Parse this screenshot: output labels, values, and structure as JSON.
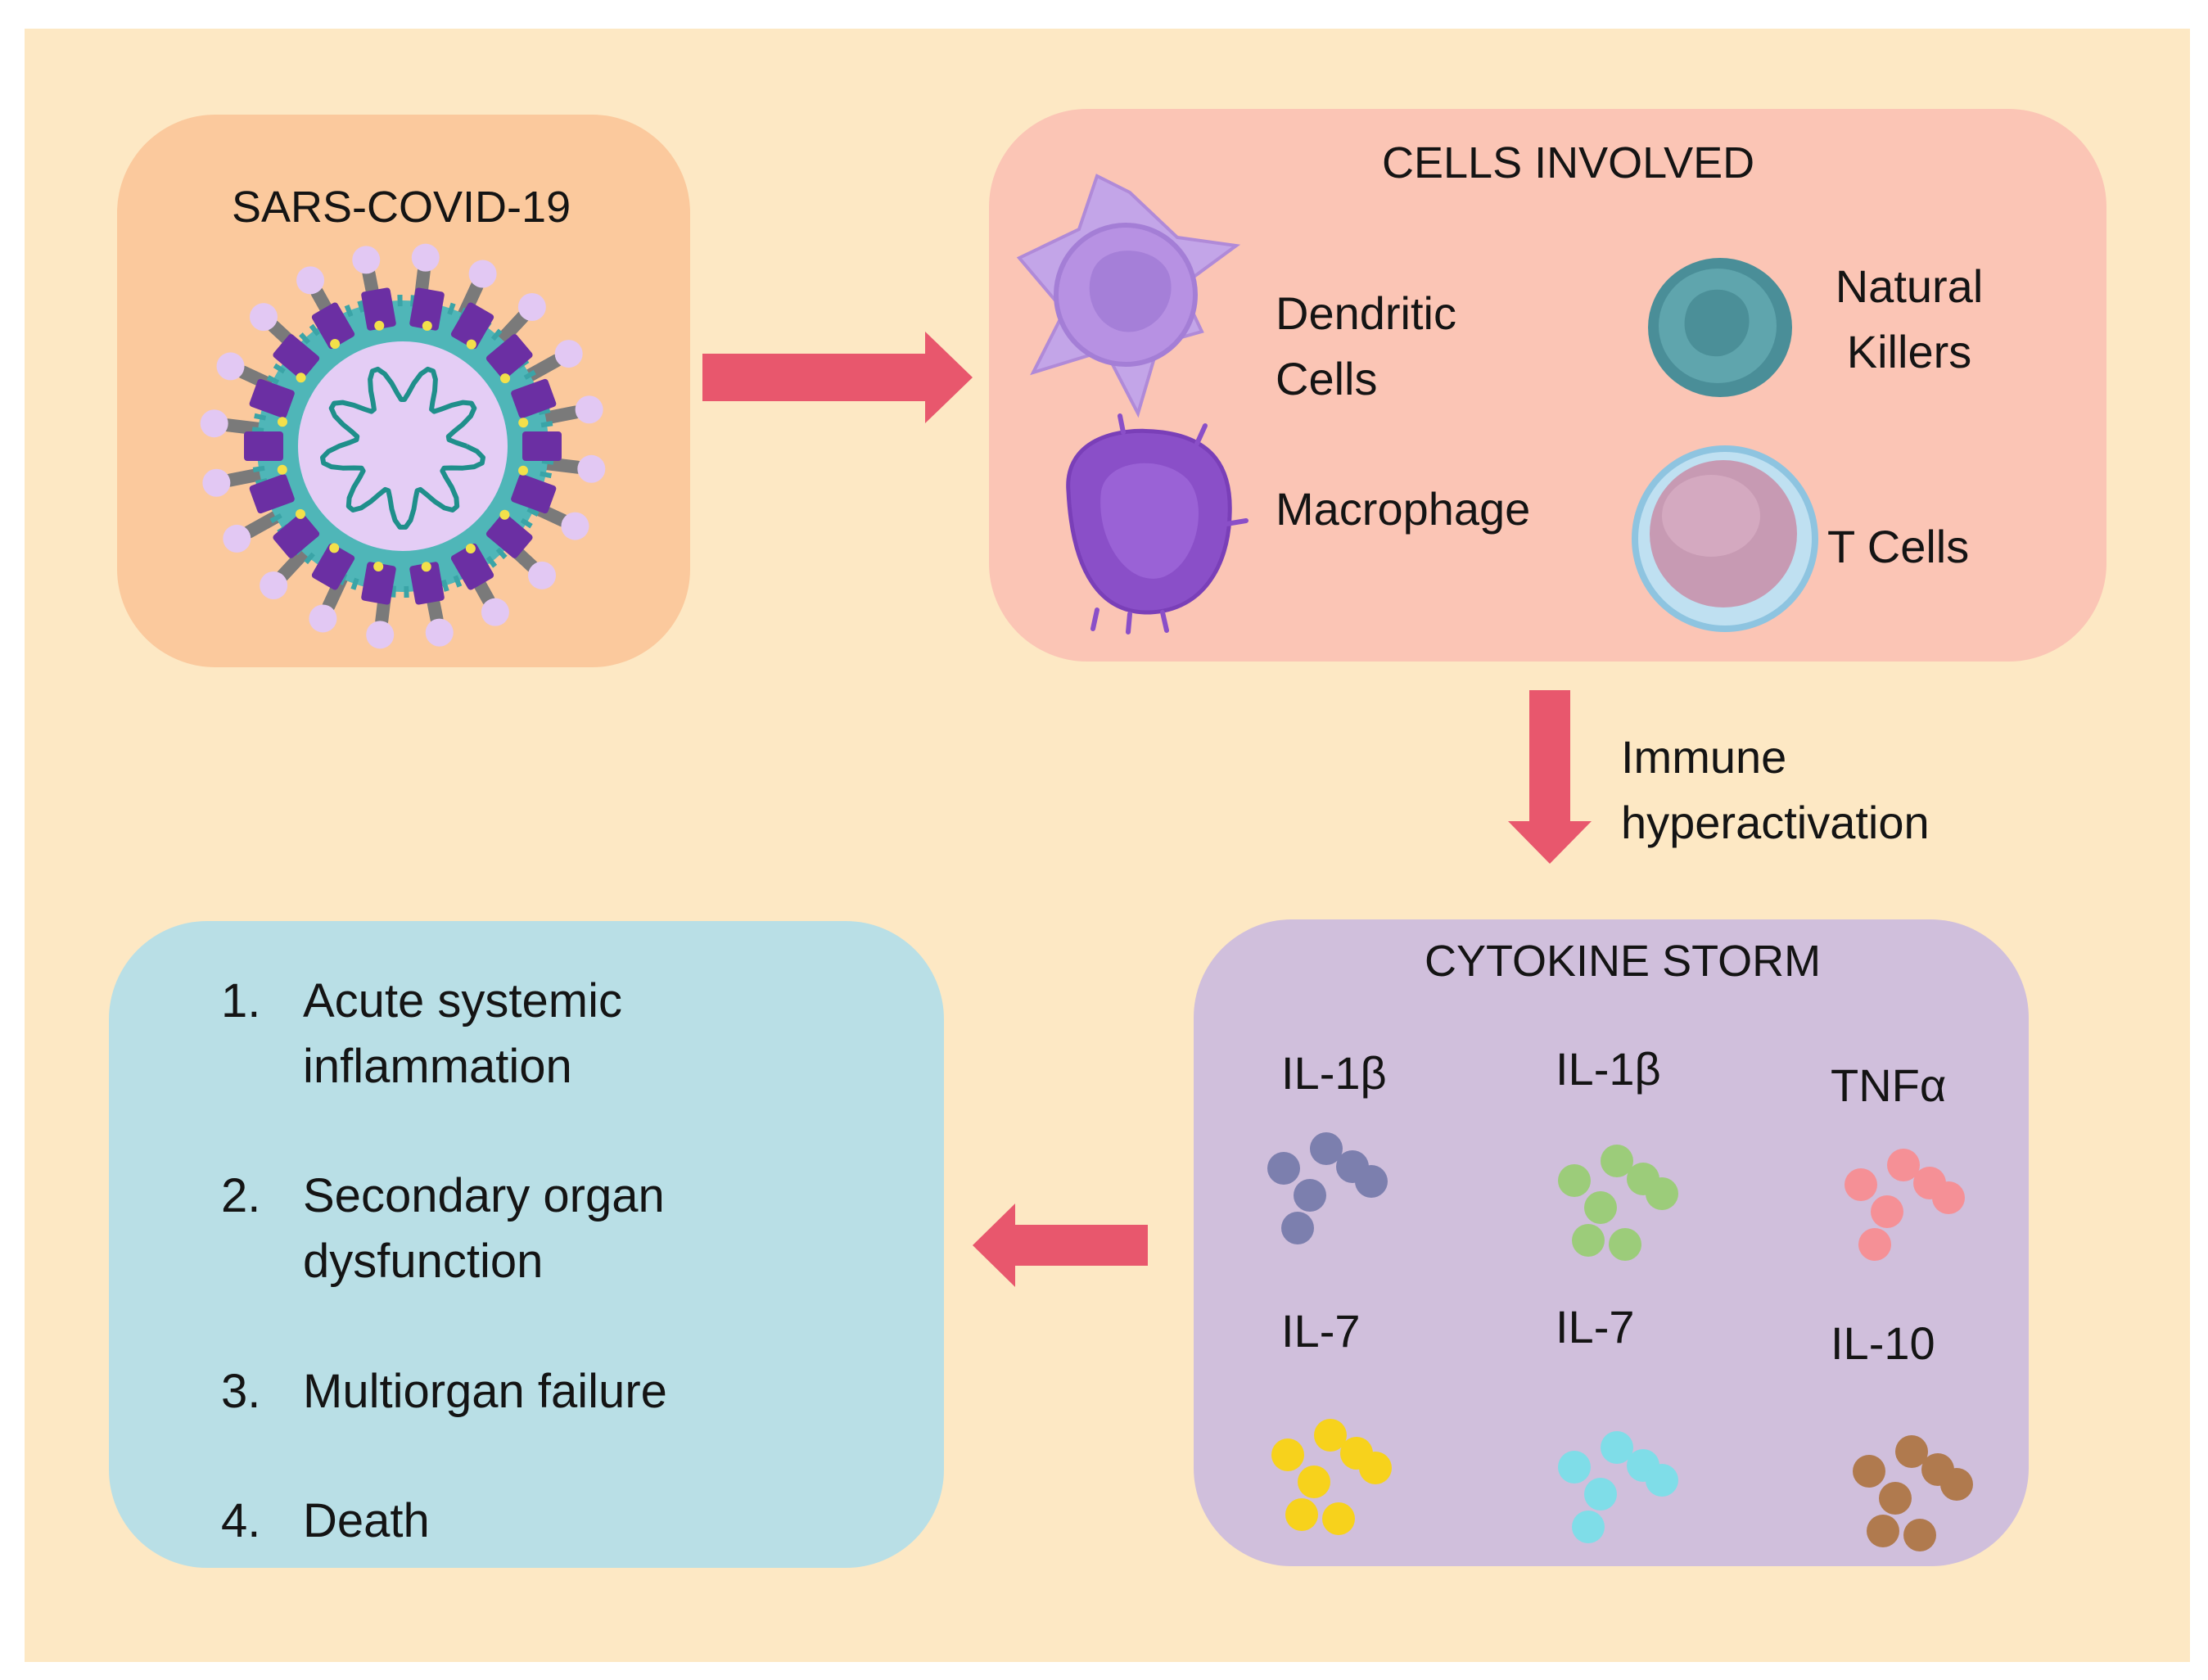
{
  "virus": {
    "title": "SARS-COVID-19",
    "icon": "coronavirus-icon"
  },
  "cells": {
    "title": "CELLS INVOLVED",
    "dendritic": [
      "Dendritic",
      "Cells"
    ],
    "natural_killers": [
      "Natural",
      "Killers"
    ],
    "macrophage": "Macrophage",
    "t_cells": "T Cells"
  },
  "activation_label": [
    "Immune",
    "hyperactivation"
  ],
  "cytokine": {
    "title": "CYTOKINE STORM",
    "items": [
      {
        "label": "IL-1β",
        "color": "#7c7fae"
      },
      {
        "label": "IL-1β",
        "color": "#9ccc7a"
      },
      {
        "label": "TNFα",
        "color": "#f59096"
      },
      {
        "label": "IL-7",
        "color": "#f7d21c"
      },
      {
        "label": "IL-7",
        "color": "#7fdde8"
      },
      {
        "label": "IL-10",
        "color": "#b07a4e"
      }
    ]
  },
  "outcomes": [
    {
      "num": "1.",
      "text": [
        "Acute systemic",
        "inflammation"
      ]
    },
    {
      "num": "2.",
      "text": [
        "Secondary organ",
        "dysfunction"
      ]
    },
    {
      "num": "3.",
      "text": [
        "Multiorgan failure"
      ]
    },
    {
      "num": "4.",
      "text": [
        "Death"
      ]
    }
  ],
  "colors": {
    "background": "#fde8c4",
    "virus_box": "#fbc99d",
    "cells_box": "#fbc5b5",
    "cytokine_box": "#d0bfdc",
    "outcome_box": "#b9dfe6",
    "arrow": "#e8576d"
  }
}
